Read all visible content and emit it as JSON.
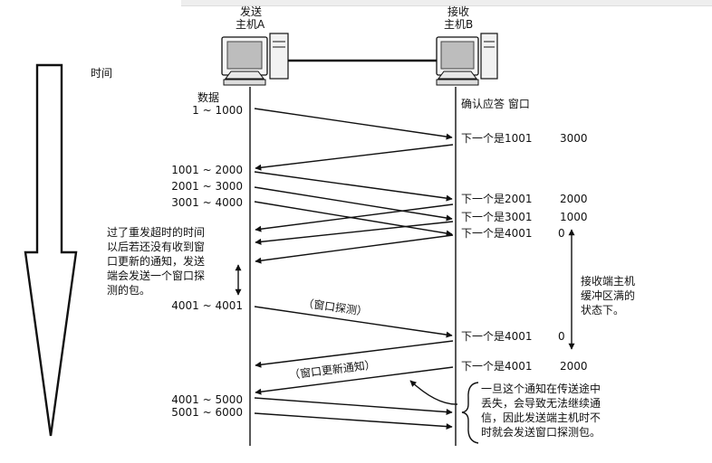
{
  "hosts": {
    "a_line1": "发送",
    "a_line2": "主机A",
    "b_line1": "接收",
    "b_line2": "主机B"
  },
  "time_label": "时间",
  "column_headers": {
    "data": "数据",
    "ack_window": "确认应答 窗口"
  },
  "sender_labels": [
    "1 ~ 1000",
    "1001 ~ 2000",
    "2001 ~ 3000",
    "3001 ~ 4000",
    "4001 ~ 4001",
    "4001 ~ 5000",
    "5001 ~ 6000"
  ],
  "receiver_acks": [
    {
      "next": "下一个是1001",
      "window": "3000"
    },
    {
      "next": "下一个是2001",
      "window": "2000"
    },
    {
      "next": "下一个是3001",
      "window": "1000"
    },
    {
      "next": "下一个是4001",
      "window": "0"
    },
    {
      "next": "下一个是4001",
      "window": "0"
    },
    {
      "next": "下一个是4001",
      "window": "2000"
    }
  ],
  "annotations": {
    "retransmit_note": "过了重发超时的时间\n以后若还没有收到窗\n口更新的通知，发送\n端会发送一个窗口探\n测的包。",
    "buffer_full_note": "接收端主机\n缓冲区满的\n状态下。",
    "loss_note": "一旦这个通知在传送途中\n丢失，会导致无法继续通\n信，因此发送端主机时不\n时就会发送窗口探测包。",
    "window_probe": "（窗口探测）",
    "window_update": "（窗口更新通知）"
  },
  "colors": {
    "line": "#111111",
    "background": "#ffffff",
    "monitor_screen": "#bdbdbd"
  }
}
